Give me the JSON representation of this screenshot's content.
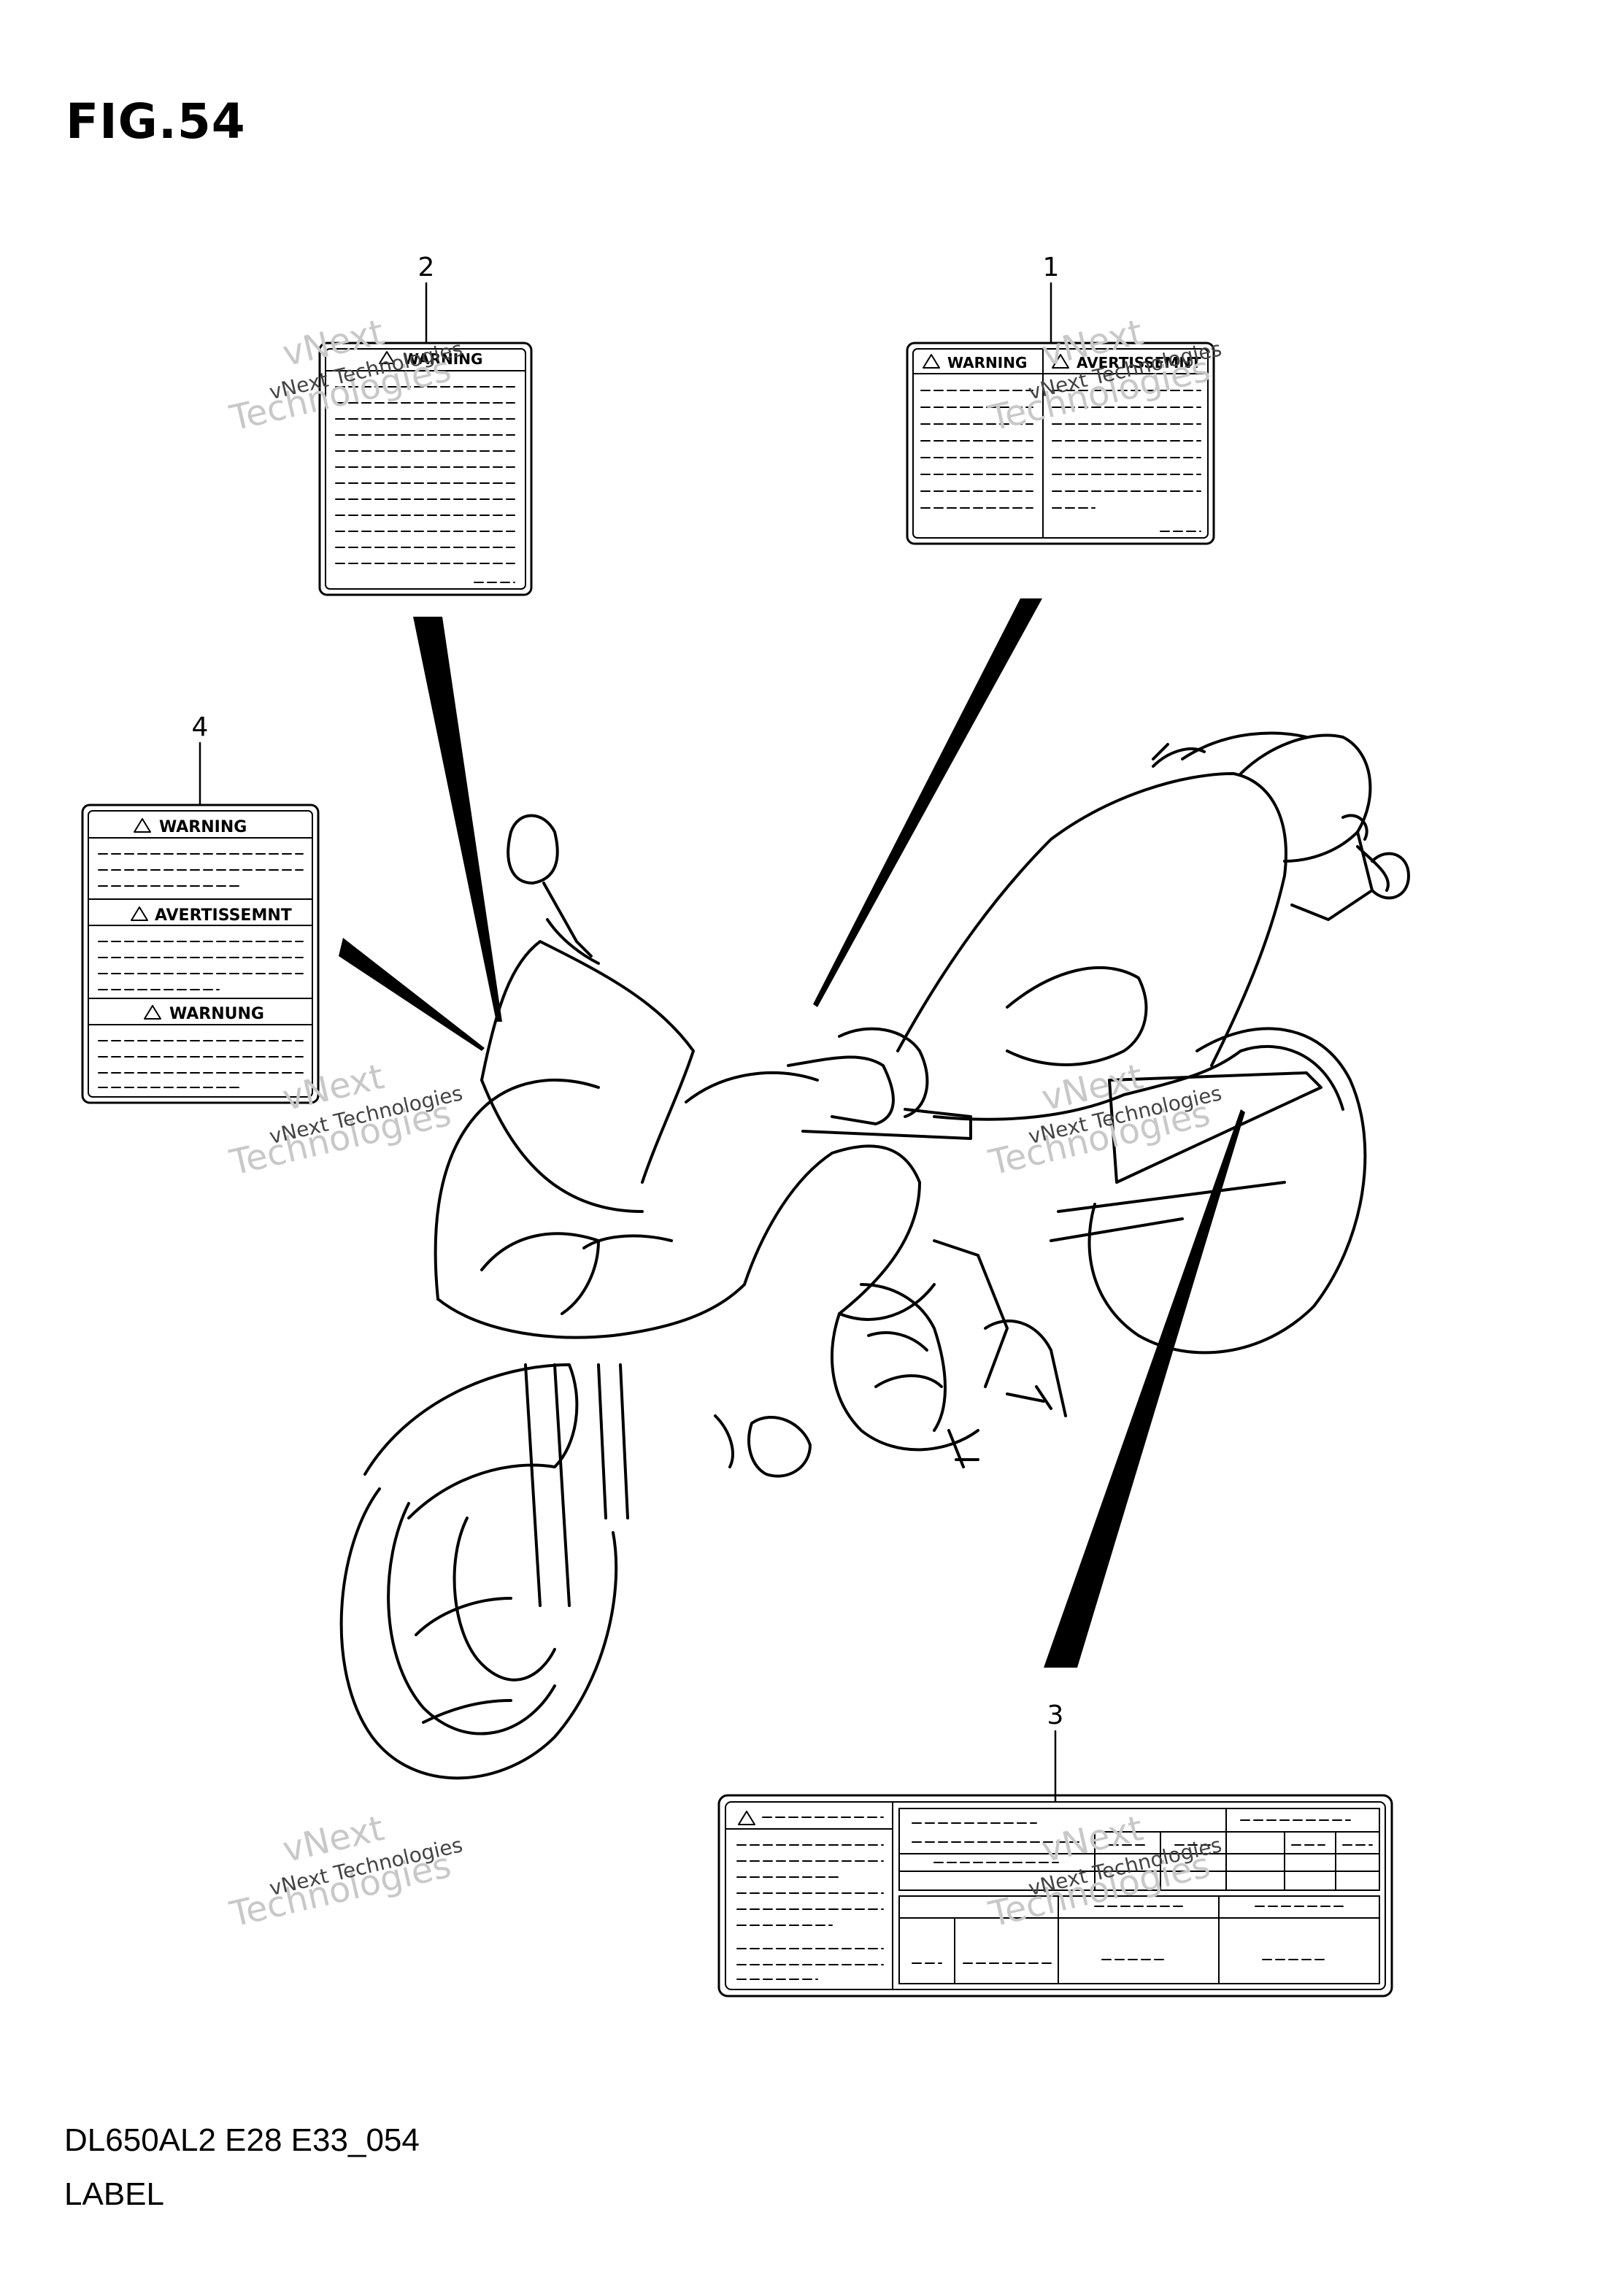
{
  "figure": {
    "title": "FIG.54",
    "model_code": "DL650AL2 E28 E33_054",
    "section_name": "LABEL"
  },
  "callouts": [
    {
      "id": "1",
      "label": "1"
    },
    {
      "id": "2",
      "label": "2"
    },
    {
      "id": "3",
      "label": "3"
    },
    {
      "id": "4",
      "label": "4"
    }
  ],
  "labels": {
    "label_1": {
      "left_heading": "WARNING",
      "right_heading": "AVERTISSEMNT"
    },
    "label_2": {
      "heading": "WARNING"
    },
    "label_4": {
      "headings": [
        "WARNING",
        "AVERTISSEMNT",
        "WARNUNG"
      ]
    }
  },
  "watermark": {
    "line1": "vNext",
    "line2": "Technologies",
    "small": "vNext Technologies"
  },
  "colors": {
    "ink": "#000000",
    "watermark": "#c8c8c8",
    "background": "#ffffff"
  }
}
